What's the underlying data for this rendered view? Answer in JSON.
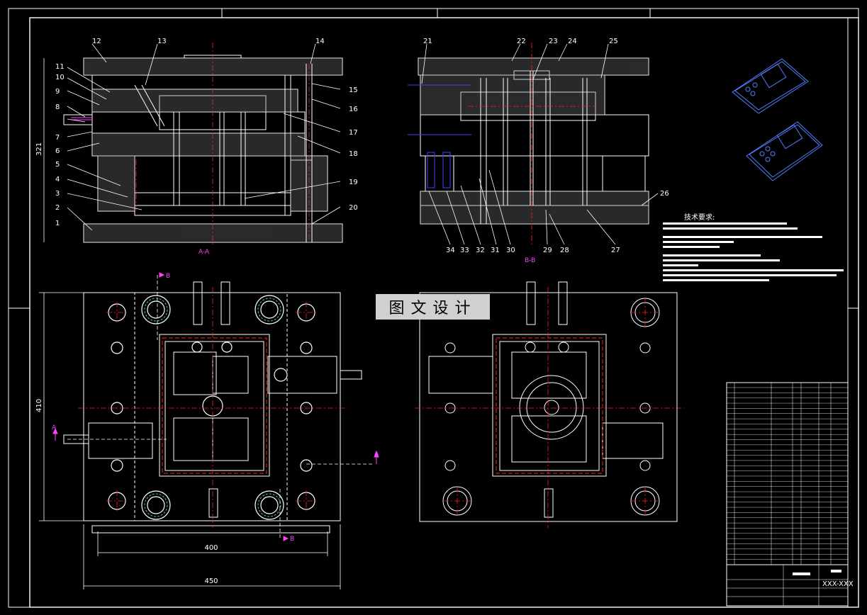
{
  "labels": {
    "left_callouts": [
      "11",
      "10",
      "9",
      "8",
      "7",
      "6",
      "5",
      "4",
      "3",
      "2",
      "1"
    ],
    "top_callouts": [
      "12",
      "13",
      "14"
    ],
    "right_callouts": [
      "15",
      "16",
      "17",
      "18",
      "19",
      "20"
    ],
    "b_top_callouts": [
      "21",
      "22",
      "23",
      "24",
      "25"
    ],
    "b_bottom_callouts": [
      "34",
      "33",
      "32",
      "31",
      "30",
      "29",
      "28",
      "27"
    ],
    "b_side_callout": "26",
    "section_a": "A-A",
    "section_b": "B-B",
    "section_marker_a": "A",
    "section_marker_b": "B",
    "dim_height_section": "321",
    "dim_height_plan": "410",
    "dim_width_inner": "400",
    "dim_width_outer": "450"
  },
  "tech_requirements_title": "技术要求:",
  "stamp_text": "图文设计",
  "title_block": {
    "drawing_number": "XXX-XXX"
  },
  "colors": {
    "background": "#000000",
    "lines": "#ffffff",
    "center_lines": "#ff2020",
    "hidden": "#ffff40",
    "accent": "#ff40ff",
    "cooling": "#4040ff"
  }
}
